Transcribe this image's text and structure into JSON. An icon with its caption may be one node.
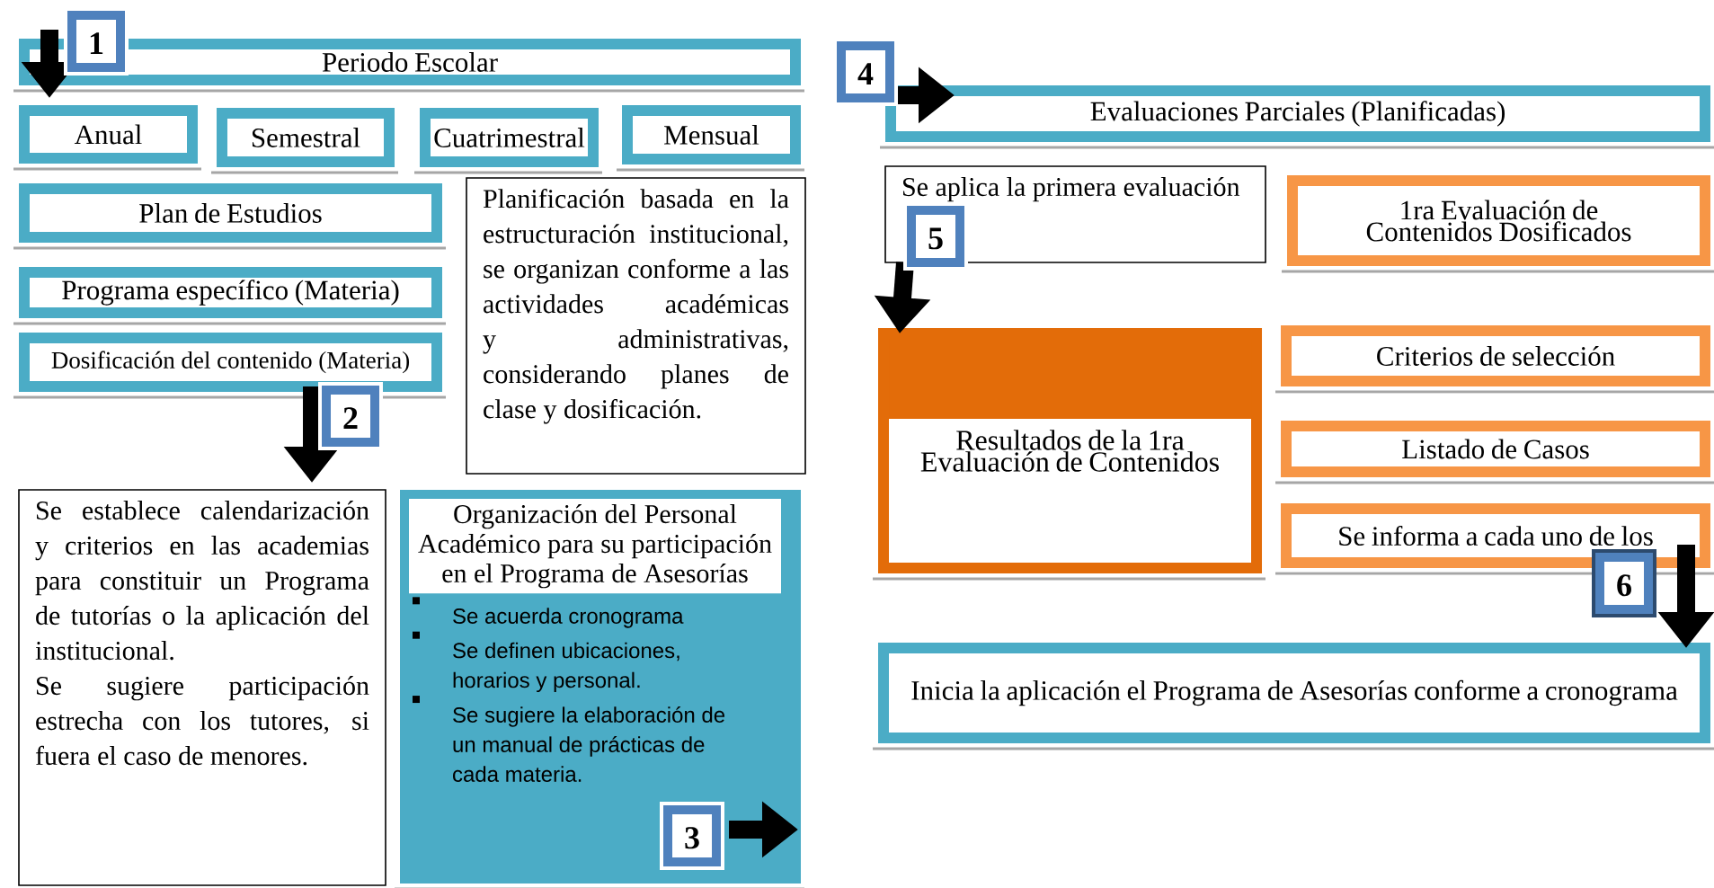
{
  "diagram": {
    "nodes": [
      {
        "text": [
          "Periodo Escolar"
        ]
      },
      {
        "text": [
          "Anual"
        ]
      },
      {
        "text": [
          "Semestral"
        ]
      },
      {
        "text": [
          "Cuatrimestral"
        ]
      },
      {
        "text": [
          "Mensual"
        ]
      },
      {
        "text": [
          "Plan de Estudios"
        ]
      },
      {
        "text": [
          "Programa específico (Materia)"
        ]
      },
      {
        "text": [
          "Dosificación del contenido (Materia)"
        ]
      },
      {
        "text": [
          "Planificación basada en la estructuración institucional, se organizan conforme a las actividades académicas y administrativas, considerando planes de clase y dosificación."
        ]
      },
      {
        "text": [
          "Se establece calendarización y criterios en las academias para constituir un Programa de tutorías o la aplicación del institucional.",
          "Se sugiere participación estrecha con los tutores, si fuera el caso de menores."
        ]
      },
      {
        "text": [
          "Organización del Personal Académico para su participación en el Programa de Asesorías",
          "Se acuerda cronograma",
          "Se definen ubicaciones, horarios y personal.",
          "Se sugiere la elaboración de un manual de prácticas de cada materia."
        ]
      },
      {
        "text": [
          "Evaluaciones Parciales (Planificadas)"
        ]
      },
      {
        "text": [
          "Se aplica la primera evaluación"
        ]
      },
      {
        "text": [
          "1ra Evaluación de Contenidos Dosificados"
        ]
      },
      {
        "text": [
          "Resultados de la 1ra Evaluación de Contenidos"
        ]
      },
      {
        "text": [
          "Criterios de selección"
        ]
      },
      {
        "text": [
          "Listado de Casos"
        ]
      },
      {
        "text": [
          "Se informa a cada uno de los"
        ]
      },
      {
        "text": [
          "Inicia la aplicación el Programa de Asesorías conforme a cronograma"
        ]
      }
    ],
    "edges": [
      {
        "from": 0,
        "to": 1,
        "arrow": "to",
        "label": "1"
      },
      {
        "from": 7,
        "to": 9,
        "arrow": "to",
        "label": "2"
      },
      {
        "from": 10,
        "to": null,
        "arrow": "to",
        "label": "3"
      },
      {
        "from": null,
        "to": 11,
        "arrow": "to",
        "label": "4"
      },
      {
        "from": 12,
        "to": 14,
        "arrow": "to",
        "label": "5"
      },
      {
        "from": 17,
        "to": 18,
        "arrow": "to",
        "label": "6"
      }
    ]
  }
}
